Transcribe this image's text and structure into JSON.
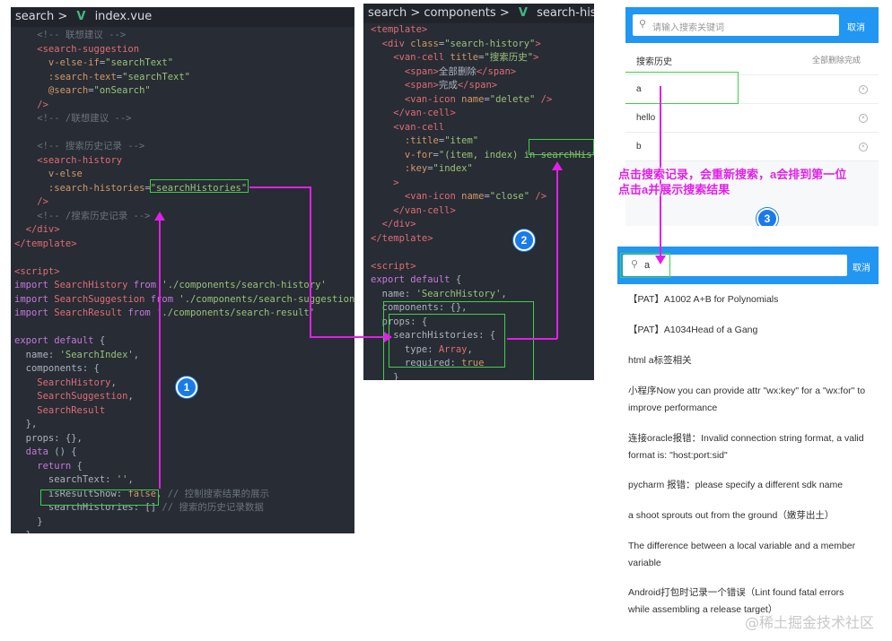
{
  "panel1": {
    "crumb_root": "search",
    "crumb_file": "index.vue",
    "lines": [
      [
        [
          "c-cm",
          "    <!-- 联想建议 -->"
        ]
      ],
      [
        [
          "c-tag",
          "    <search-suggestion"
        ]
      ],
      [
        [
          "c-attr",
          "      v-else-if"
        ],
        [
          "c-plain",
          "="
        ],
        [
          "c-str",
          "\"searchText\""
        ]
      ],
      [
        [
          "c-attr",
          "      :search-text"
        ],
        [
          "c-plain",
          "="
        ],
        [
          "c-str",
          "\"searchText\""
        ]
      ],
      [
        [
          "c-attr",
          "      @search"
        ],
        [
          "c-plain",
          "="
        ],
        [
          "c-str",
          "\"onSearch\""
        ]
      ],
      [
        [
          "c-tag",
          "    />"
        ]
      ],
      [
        [
          "c-cm",
          "    <!-- /联想建议 -->"
        ]
      ],
      [
        [
          "c-plain",
          ""
        ]
      ],
      [
        [
          "c-cm",
          "    <!-- 搜索历史记录 -->"
        ]
      ],
      [
        [
          "c-tag",
          "    <search-history"
        ]
      ],
      [
        [
          "c-attr",
          "      v-else"
        ]
      ],
      [
        [
          "c-attr",
          "      :search-histories"
        ],
        [
          "c-plain",
          "="
        ],
        [
          "c-str",
          "\"searchHistories\""
        ]
      ],
      [
        [
          "c-tag",
          "    />"
        ]
      ],
      [
        [
          "c-cm",
          "    <!-- /搜索历史记录 -->"
        ]
      ],
      [
        [
          "c-tag",
          "  </div>"
        ]
      ],
      [
        [
          "c-tag",
          "</template>"
        ]
      ],
      [
        [
          "c-plain",
          ""
        ]
      ],
      [
        [
          "c-tag",
          "<script>"
        ]
      ],
      [
        [
          "c-kw",
          "import "
        ],
        [
          "c-comp",
          "SearchHistory "
        ],
        [
          "c-kw",
          "from "
        ],
        [
          "c-str",
          "'./components/search-history'"
        ]
      ],
      [
        [
          "c-kw",
          "import "
        ],
        [
          "c-comp",
          "SearchSuggestion "
        ],
        [
          "c-kw",
          "from "
        ],
        [
          "c-str",
          "'./components/search-suggestion'"
        ]
      ],
      [
        [
          "c-kw",
          "import "
        ],
        [
          "c-comp",
          "SearchResult "
        ],
        [
          "c-kw",
          "from "
        ],
        [
          "c-str",
          "'./components/search-result'"
        ]
      ],
      [
        [
          "c-plain",
          ""
        ]
      ],
      [
        [
          "c-kw",
          "export default "
        ],
        [
          "c-plain",
          "{"
        ]
      ],
      [
        [
          "c-prop",
          "  name: "
        ],
        [
          "c-str",
          "'SearchIndex'"
        ],
        [
          "c-plain",
          ","
        ]
      ],
      [
        [
          "c-prop",
          "  components: {"
        ]
      ],
      [
        [
          "c-comp",
          "    SearchHistory"
        ],
        [
          "c-plain",
          ","
        ]
      ],
      [
        [
          "c-comp",
          "    SearchSuggestion"
        ],
        [
          "c-plain",
          ","
        ]
      ],
      [
        [
          "c-comp",
          "    SearchResult"
        ]
      ],
      [
        [
          "c-plain",
          "  },"
        ]
      ],
      [
        [
          "c-prop",
          "  props: {},"
        ]
      ],
      [
        [
          "c-kw",
          "  data "
        ],
        [
          "c-plain",
          "() {"
        ]
      ],
      [
        [
          "c-kw",
          "    return "
        ],
        [
          "c-plain",
          "{"
        ]
      ],
      [
        [
          "c-prop",
          "      searchText: "
        ],
        [
          "c-str",
          "''"
        ],
        [
          "c-plain",
          ","
        ]
      ],
      [
        [
          "c-prop",
          "      isResultShow: "
        ],
        [
          "c-bool",
          "false"
        ],
        [
          "c-plain",
          ", "
        ],
        [
          "c-cm",
          "// 控制搜索结果的展示"
        ]
      ],
      [
        [
          "c-prop",
          "      searchHistories: "
        ],
        [
          "c-plain",
          "[] "
        ],
        [
          "c-cm",
          "// 搜索的历史记录数据"
        ]
      ],
      [
        [
          "c-plain",
          "    }"
        ]
      ],
      [
        [
          "c-plain",
          "  },"
        ]
      ]
    ]
  },
  "panel2": {
    "crumb_root": "search",
    "crumb_mid": "components",
    "crumb_file": "search-history.vue",
    "lines": [
      [
        [
          "c-tag",
          "<template>"
        ]
      ],
      [
        [
          "c-tag",
          "  <div "
        ],
        [
          "c-attr",
          "class"
        ],
        [
          "c-plain",
          "="
        ],
        [
          "c-str",
          "\"search-history\""
        ],
        [
          "c-tag",
          ">"
        ]
      ],
      [
        [
          "c-tag",
          "    <van-cell "
        ],
        [
          "c-attr",
          "title"
        ],
        [
          "c-plain",
          "="
        ],
        [
          "c-str",
          "\"搜索历史\""
        ],
        [
          "c-tag",
          ">"
        ]
      ],
      [
        [
          "c-tag",
          "      <span>"
        ],
        [
          "c-plain",
          "全部删除"
        ],
        [
          "c-tag",
          "</span>"
        ]
      ],
      [
        [
          "c-tag",
          "      <span>"
        ],
        [
          "c-plain",
          "完成"
        ],
        [
          "c-tag",
          "</span>"
        ]
      ],
      [
        [
          "c-tag",
          "      <van-icon "
        ],
        [
          "c-attr",
          "name"
        ],
        [
          "c-plain",
          "="
        ],
        [
          "c-str",
          "\"delete\""
        ],
        [
          "c-tag",
          " />"
        ]
      ],
      [
        [
          "c-tag",
          "    </van-cell>"
        ]
      ],
      [
        [
          "c-tag",
          "    <van-cell"
        ]
      ],
      [
        [
          "c-attr",
          "      :title"
        ],
        [
          "c-plain",
          "="
        ],
        [
          "c-str",
          "\"item\""
        ]
      ],
      [
        [
          "c-attr",
          "      v-for"
        ],
        [
          "c-plain",
          "="
        ],
        [
          "c-str",
          "\"(item, index) in "
        ],
        [
          "c-str",
          "searchHistor"
        ]
      ],
      [
        [
          "c-attr",
          "      :key"
        ],
        [
          "c-plain",
          "="
        ],
        [
          "c-str",
          "\"index\""
        ]
      ],
      [
        [
          "c-tag",
          "    >"
        ]
      ],
      [
        [
          "c-tag",
          "      <van-icon "
        ],
        [
          "c-attr",
          "name"
        ],
        [
          "c-plain",
          "="
        ],
        [
          "c-str",
          "\"close\""
        ],
        [
          "c-tag",
          " />"
        ]
      ],
      [
        [
          "c-tag",
          "    </van-cell>"
        ]
      ],
      [
        [
          "c-tag",
          "  </div>"
        ]
      ],
      [
        [
          "c-tag",
          "</template>"
        ]
      ],
      [
        [
          "c-plain",
          ""
        ]
      ],
      [
        [
          "c-tag",
          "<script>"
        ]
      ],
      [
        [
          "c-kw",
          "export default "
        ],
        [
          "c-plain",
          "{"
        ]
      ],
      [
        [
          "c-prop",
          "  name: "
        ],
        [
          "c-str",
          "'SearchHistory'"
        ],
        [
          "c-plain",
          ","
        ]
      ],
      [
        [
          "c-prop",
          "  components: {},"
        ]
      ],
      [
        [
          "c-prop",
          "  props: {"
        ]
      ],
      [
        [
          "c-prop",
          "    searchHistories: {"
        ]
      ],
      [
        [
          "c-prop",
          "      type: "
        ],
        [
          "c-comp",
          "Array"
        ],
        [
          "c-plain",
          ","
        ]
      ],
      [
        [
          "c-prop",
          "      required: "
        ],
        [
          "c-bool",
          "true"
        ]
      ],
      [
        [
          "c-plain",
          "    }"
        ]
      ],
      [
        [
          "c-plain",
          "  },"
        ]
      ]
    ]
  },
  "badges": {
    "one": "1",
    "two": "2",
    "three": "3"
  },
  "annotation": {
    "line1": "点击搜索记录，会重新搜索，a会排到第一位",
    "line2": "点击a并展示搜索结果"
  },
  "phone_top": {
    "search_placeholder": "请输入搜索关键词",
    "cancel_label": "取消",
    "history_title": "搜索历史",
    "history_actions": "全部删除完成",
    "history_items": [
      "a",
      "hello",
      "b"
    ]
  },
  "phone_bottom": {
    "search_value": "a",
    "cancel_label": "取消",
    "results": [
      "【PAT】A1002 A+B for Polynomials",
      "【PAT】A1034Head of a Gang",
      "html a标签相关",
      "小程序Now you can provide attr \"wx:key\" for a \"wx:for\" to improve performance",
      "连接oracle报错：Invalid connection string format, a valid format is: \"host:port:sid\"",
      "pycharm 报错：please specify a different sdk name",
      "a shoot sprouts out from the ground（嫩芽出土）",
      "The difference between a local variable and a member variable",
      "Android打包时记录一个错误（Lint found fatal errors while assembling a release target）"
    ]
  },
  "watermark": "@稀土掘金技术社区",
  "colors": {
    "editor_bg": "#282c34",
    "highlight": "#3fd04a",
    "arrow": "#e020e8",
    "brand": "#2196f3",
    "badge": "#1a7be8"
  }
}
